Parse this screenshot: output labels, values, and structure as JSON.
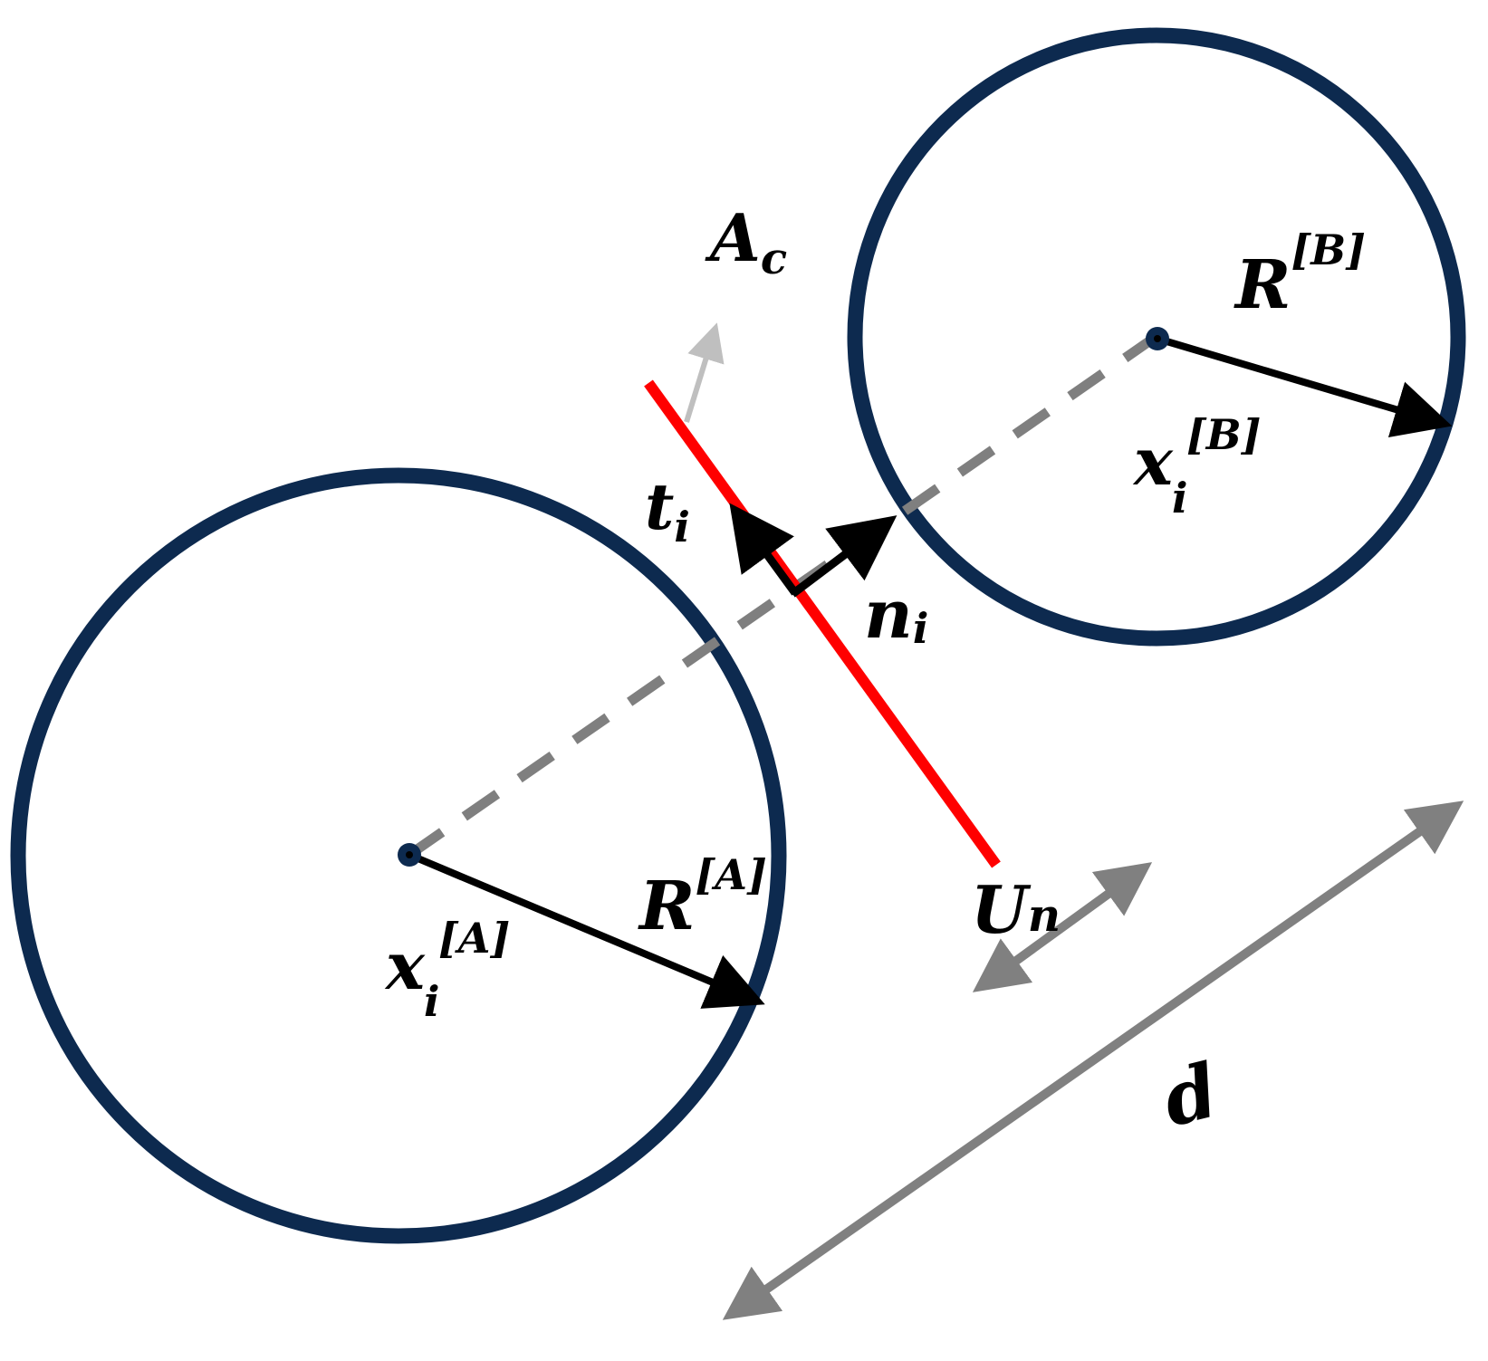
{
  "colors": {
    "particle_outline": "#0d2a4f",
    "contact_plane": "#ff0000",
    "vector": "#000000",
    "center_line": "#7f7f7f",
    "gray_arrow": "#808080",
    "light_arrow": "#bfbfbf"
  },
  "labels": {
    "contact_area": {
      "main": "A",
      "sub": "c"
    },
    "radius_b": {
      "main": "R",
      "sup": "[B]"
    },
    "center_b": {
      "main": "x",
      "sub": "i",
      "sup": "[B]"
    },
    "tangent": {
      "main": "t",
      "sub": "i"
    },
    "normal": {
      "main": "n",
      "sub": "i"
    },
    "radius_a": {
      "main": "R",
      "sup": "[A]"
    },
    "center_a": {
      "main": "x",
      "sub": "i",
      "sup": "[A]"
    },
    "overlap": {
      "main": "U",
      "sub": "n"
    },
    "distance": {
      "main": "d"
    }
  }
}
